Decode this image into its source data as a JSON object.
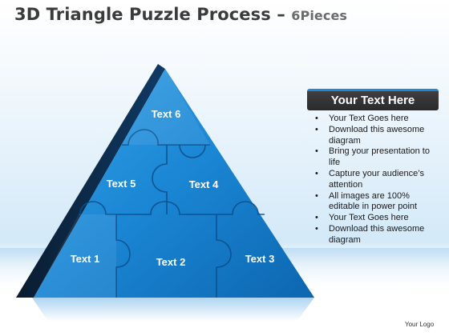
{
  "title": {
    "main": "3D Triangle Puzzle Process – ",
    "sub": "6Pieces"
  },
  "pieces": [
    {
      "label": "Text 1"
    },
    {
      "label": "Text 2"
    },
    {
      "label": "Text 3"
    },
    {
      "label": "Text 4"
    },
    {
      "label": "Text 5"
    },
    {
      "label": "Text 6"
    }
  ],
  "text_box": {
    "title": "Your Text Here"
  },
  "bullets": [
    "Your Text Goes here",
    "Download this awesome diagram",
    "Bring your presentation to life",
    "Capture your audience’s attention",
    "All images are 100% editable in power point",
    "Your Text Goes here",
    "Download this awesome diagram"
  ],
  "footer": {
    "logo": "Your Logo"
  },
  "colors": {
    "piece_blue": "#1a86d4",
    "piece_dark": "#0a5a9e",
    "side_dark": "#08203a",
    "header_bg": "#333333",
    "header_accent": "#1d8ad8"
  }
}
